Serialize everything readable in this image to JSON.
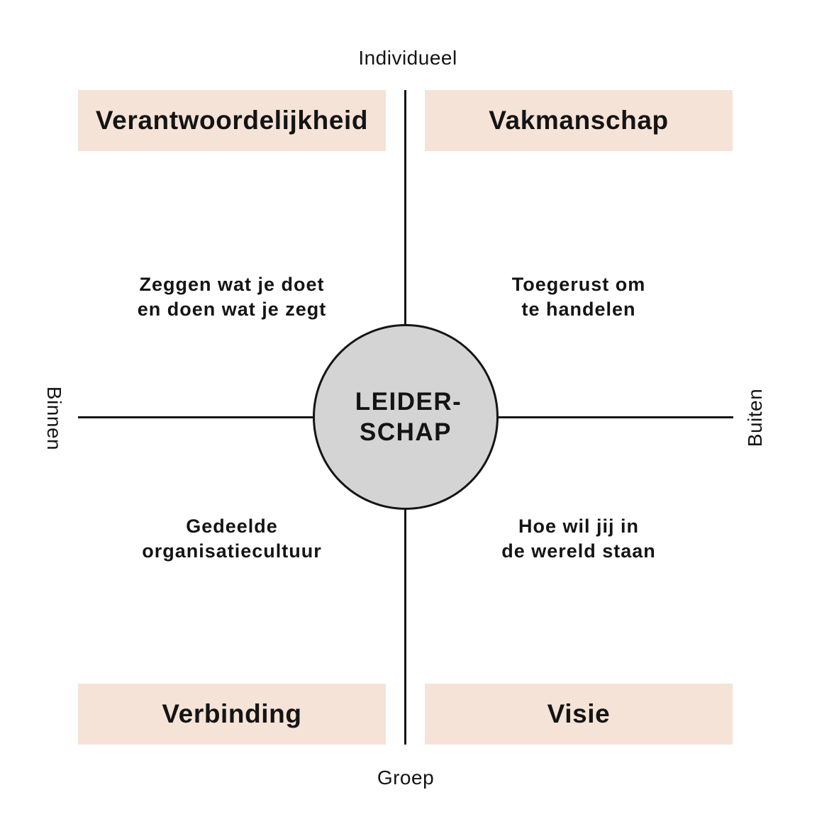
{
  "axes": {
    "top": "Individueel",
    "bottom": "Groep",
    "left": "Binnen",
    "right": "Buiten"
  },
  "quadrants": {
    "top_left": {
      "title": "Verantwoordelijkheid",
      "description": [
        "Zeggen wat je doet",
        "en doen wat je zegt"
      ]
    },
    "top_right": {
      "title": "Vakmanschap",
      "description": [
        "Toegerust om",
        "te handelen"
      ]
    },
    "bottom_left": {
      "title": "Verbinding",
      "description": [
        "Gedeelde",
        "organisatiecultuur"
      ]
    },
    "bottom_right": {
      "title": "Visie",
      "description": [
        "Hoe wil jij in",
        "de wereld staan"
      ]
    }
  },
  "center": {
    "lines": [
      "LEIDER-",
      "SCHAP"
    ]
  },
  "colors": {
    "box_fill": "#f5e3d7",
    "center_fill": "#d3d4d3",
    "line": "#141414"
  }
}
